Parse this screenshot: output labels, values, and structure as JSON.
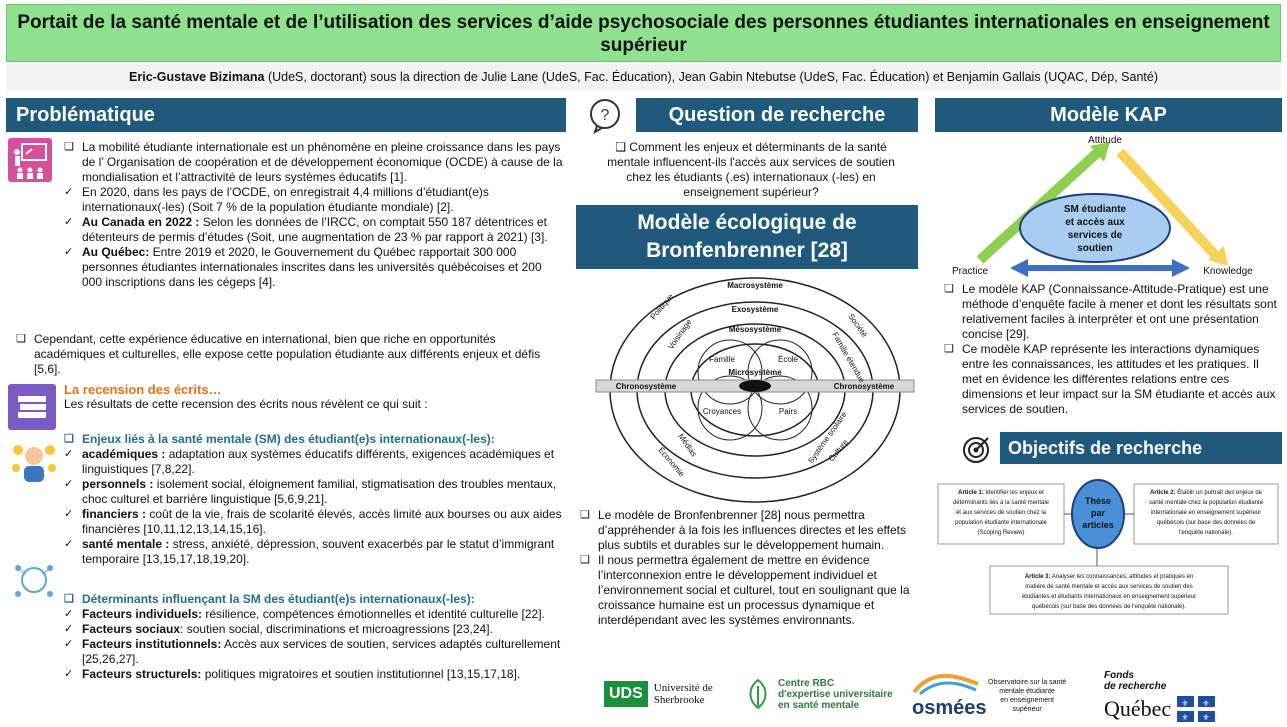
{
  "title": "Portait de la santé mentale et de l’utilisation des services d’aide psychosociale des personnes étudiantes internationales en enseignement supérieur",
  "authors": {
    "lead": "Eric-Gustave Bizimana",
    "rest": " (UdeS, doctorant) sous la direction de Julie Lane (UdeS, Fac. Éducation), Jean Gabin Ntebutse (UdeS, Fac. Éducation) et Benjamin Gallais (UQAC, Dép, Santé)"
  },
  "problematique": {
    "heading": "Problématique",
    "p1": "La mobilité étudiante internationale est un phénomène en pleine croissance dans les   pays de l’ Organisation de coopération et de développement économique (OCDE) à cause de la mondialisation et l’attractivité de leurs systèmes éducatifs [1].",
    "p2": "En 2020, dans les pays de  l’OCDE, on enregistrait 4,4 millions d’étudiant(e)s internationaux(-les) (Soit 7 % de la population étudiante mondiale) [2].",
    "p3_bold": "Au Canada en 2022 :",
    "p3": " Selon les données de l’IRCC, on comptait 550 187 détentrices et détenteurs de permis d’études (Soit, une augmentation de 23 % par rapport à 2021) [3].",
    "p4_bold": "Au Québec:",
    "p4": " Entre 2019 et 2020, le Gouvernement du Québec rapportait 300 000 personnes étudiantes internationales inscrites dans les universités québécoises et 200 000 inscriptions dans les cégeps [4].",
    "p5": "Cependant, cette expérience éducative en international, bien que riche en opportunités académiques et culturelles, elle expose cette population étudiante aux différents enjeux et défis [5,6].",
    "recension_title": "La recension des écrits…",
    "recension_intro": "Les résultats de cette recension des écrits nous révèlent ce qui suit :",
    "enjeux_title": "Enjeux liés à la santé mentale (SM) des étudiant(e)s internationaux(-les):",
    "e1_bold": "académiques :",
    "e1": " adaptation aux systèmes éducatifs différents, exigences académiques et linguistiques [7,8,22].",
    "e2_bold": "personnels :",
    "e2": " isolement social, éloignement familial, stigmatisation des troubles mentaux, choc culturel et barrière linguistique [5,6,9,21].",
    "e3_bold": "financiers :",
    "e3": " coût de la vie, frais de scolarité élevés, accès limité aux bourses ou aux aides financières [10,11,12,13,14,15,16].",
    "e4_bold": "santé mentale :",
    "e4": " stress, anxiété, dépression, souvent exacerbés par le statut d’immigrant temporaire [13,15,17,18,19,20].",
    "det_title": "Déterminants influençant la SM des étudiant(e)s internationaux(-les):",
    "d1_bold": "Facteurs individuels:",
    "d1": " résilience, compétences émotionnelles et identité culturelle [22].",
    "d2_bold": "Facteurs sociaux",
    "d2": ": soutien social, discriminations et microagressions [23,24].",
    "d3_bold": "Facteurs institutionnels:",
    "d3": " Accès aux services de soutien, services adaptés culturellement [25,26,27].",
    "d4_bold": "Facteurs structurels:",
    "d4": " politiques migratoires et soutien institutionnel [13,15,17,18]."
  },
  "question": {
    "heading": "Question de recherche",
    "text": "Comment les enjeux et déterminants de la santé mentale influencent-ils l'accès aux services de soutien chez les étudiants (.es) internationaux (-les) en enseignement supérieur?"
  },
  "eco": {
    "heading": "Modèle écologique de Bronfenbrenner [28]",
    "labels": {
      "macro": "Macrosystème",
      "exo": "Exosystème",
      "meso": "Mésosystème",
      "micro": "Microsystème",
      "famille": "Famille",
      "ecole": "École",
      "croyances": "Croyances",
      "pairs": "Pairs",
      "chrono_l": "Chronosystème",
      "chrono_r": "Chronosystème",
      "politique": "Politique",
      "voisinage": "Voisinage",
      "societe": "Société",
      "famille_etendue": "Famille étendue",
      "medias": "Médias",
      "economie": "Économie",
      "systeme_scolaire": "Système scolaire",
      "culture": "Culture"
    },
    "t1": "Le modèle de Bronfenbrenner [28] nous permettra d’appréhender à la fois les influences directes et les effets plus subtils et durables sur le développement humain.",
    "t2": "Il nous permettra également de mettre en évidence l’interconnexion entre le développement individuel et l’environnement social et culturel, tout en soulignant que la croissance humaine est un processus dynamique et interdépendant avec les systèmes environnants."
  },
  "kap": {
    "heading": "Modèle KAP",
    "attitude": "Attitude",
    "practice": "Practice",
    "knowledge": "Knowledge",
    "center_1": "SM étudiante",
    "center_2": "et accès aux",
    "center_3": "services de",
    "center_4": "soutien",
    "t1": "Le modèle KAP (Connaissance-Attitude-Pratique) est une méthode d’enquête facile à mener et dont les résultats sont relativement faciles à interpréter et ont une présentation concise [29].",
    "t2": "Ce modèle KAP représente les interactions dynamiques entre les connaissances, les attitudes et les pratiques. Il met en évidence les différentes relations entre ces dimensions et leur impact sur la SM étudiante et accès aux services de soutien."
  },
  "objectifs": {
    "heading": "Objectifs de recherche",
    "center_1": "Thèse",
    "center_2": "par",
    "center_3": "articles",
    "a1_title": "Article 1:",
    "a1_lines": [
      " Identifier les enjeux et",
      "déterminants liés à la santé mentale",
      "et aux services de soutien chez la",
      "population étudiante internationale",
      "(Scoping Review)"
    ],
    "a2_title": "Article 2:",
    "a2_lines": [
      " Établir un portrait des enjeux de",
      "santé mentale chez la population étudiante",
      "internationale en enseignement supérieur",
      "québécois (sur base des données de",
      "l'enquête nationale)."
    ],
    "a3_title": "Article 3:",
    "a3_lines": [
      " Analyser les connaissances, attitudes et pratiques en",
      "matière de santé mentale et accès aux services de soutien des",
      "étudiantes et étudiants internationaux en enseignement supérieur",
      "québécois (sur base des données de l'enquête nationale)."
    ]
  },
  "logos": {
    "uds_mark": "UDS",
    "uds_1": "Université de",
    "uds_2": "Sherbrooke",
    "rbc_1": "Centre RBC",
    "rbc_2": "d'expertise universitaire",
    "rbc_3": "en santé mentale",
    "osmees": "osmées",
    "osm_1": "Observatoire sur la santé",
    "osm_2": "mentale étudiante",
    "osm_3": "en enseignement",
    "osm_4": "supérieur",
    "frq_1": "Fonds",
    "frq_2": "de recherche",
    "frq_3": "Québec"
  },
  "colors": {
    "header": "#1f5a7d",
    "title_bg": "#8fe08f",
    "accent_teal": "#1f6f8b",
    "accent_orange": "#e07320"
  },
  "icons": [
    "teacher-icon",
    "books-icon",
    "stressed-person-icon",
    "mind-network-icon",
    "question-bubble-icon",
    "target-icon",
    "fleur-de-lis-icon"
  ]
}
